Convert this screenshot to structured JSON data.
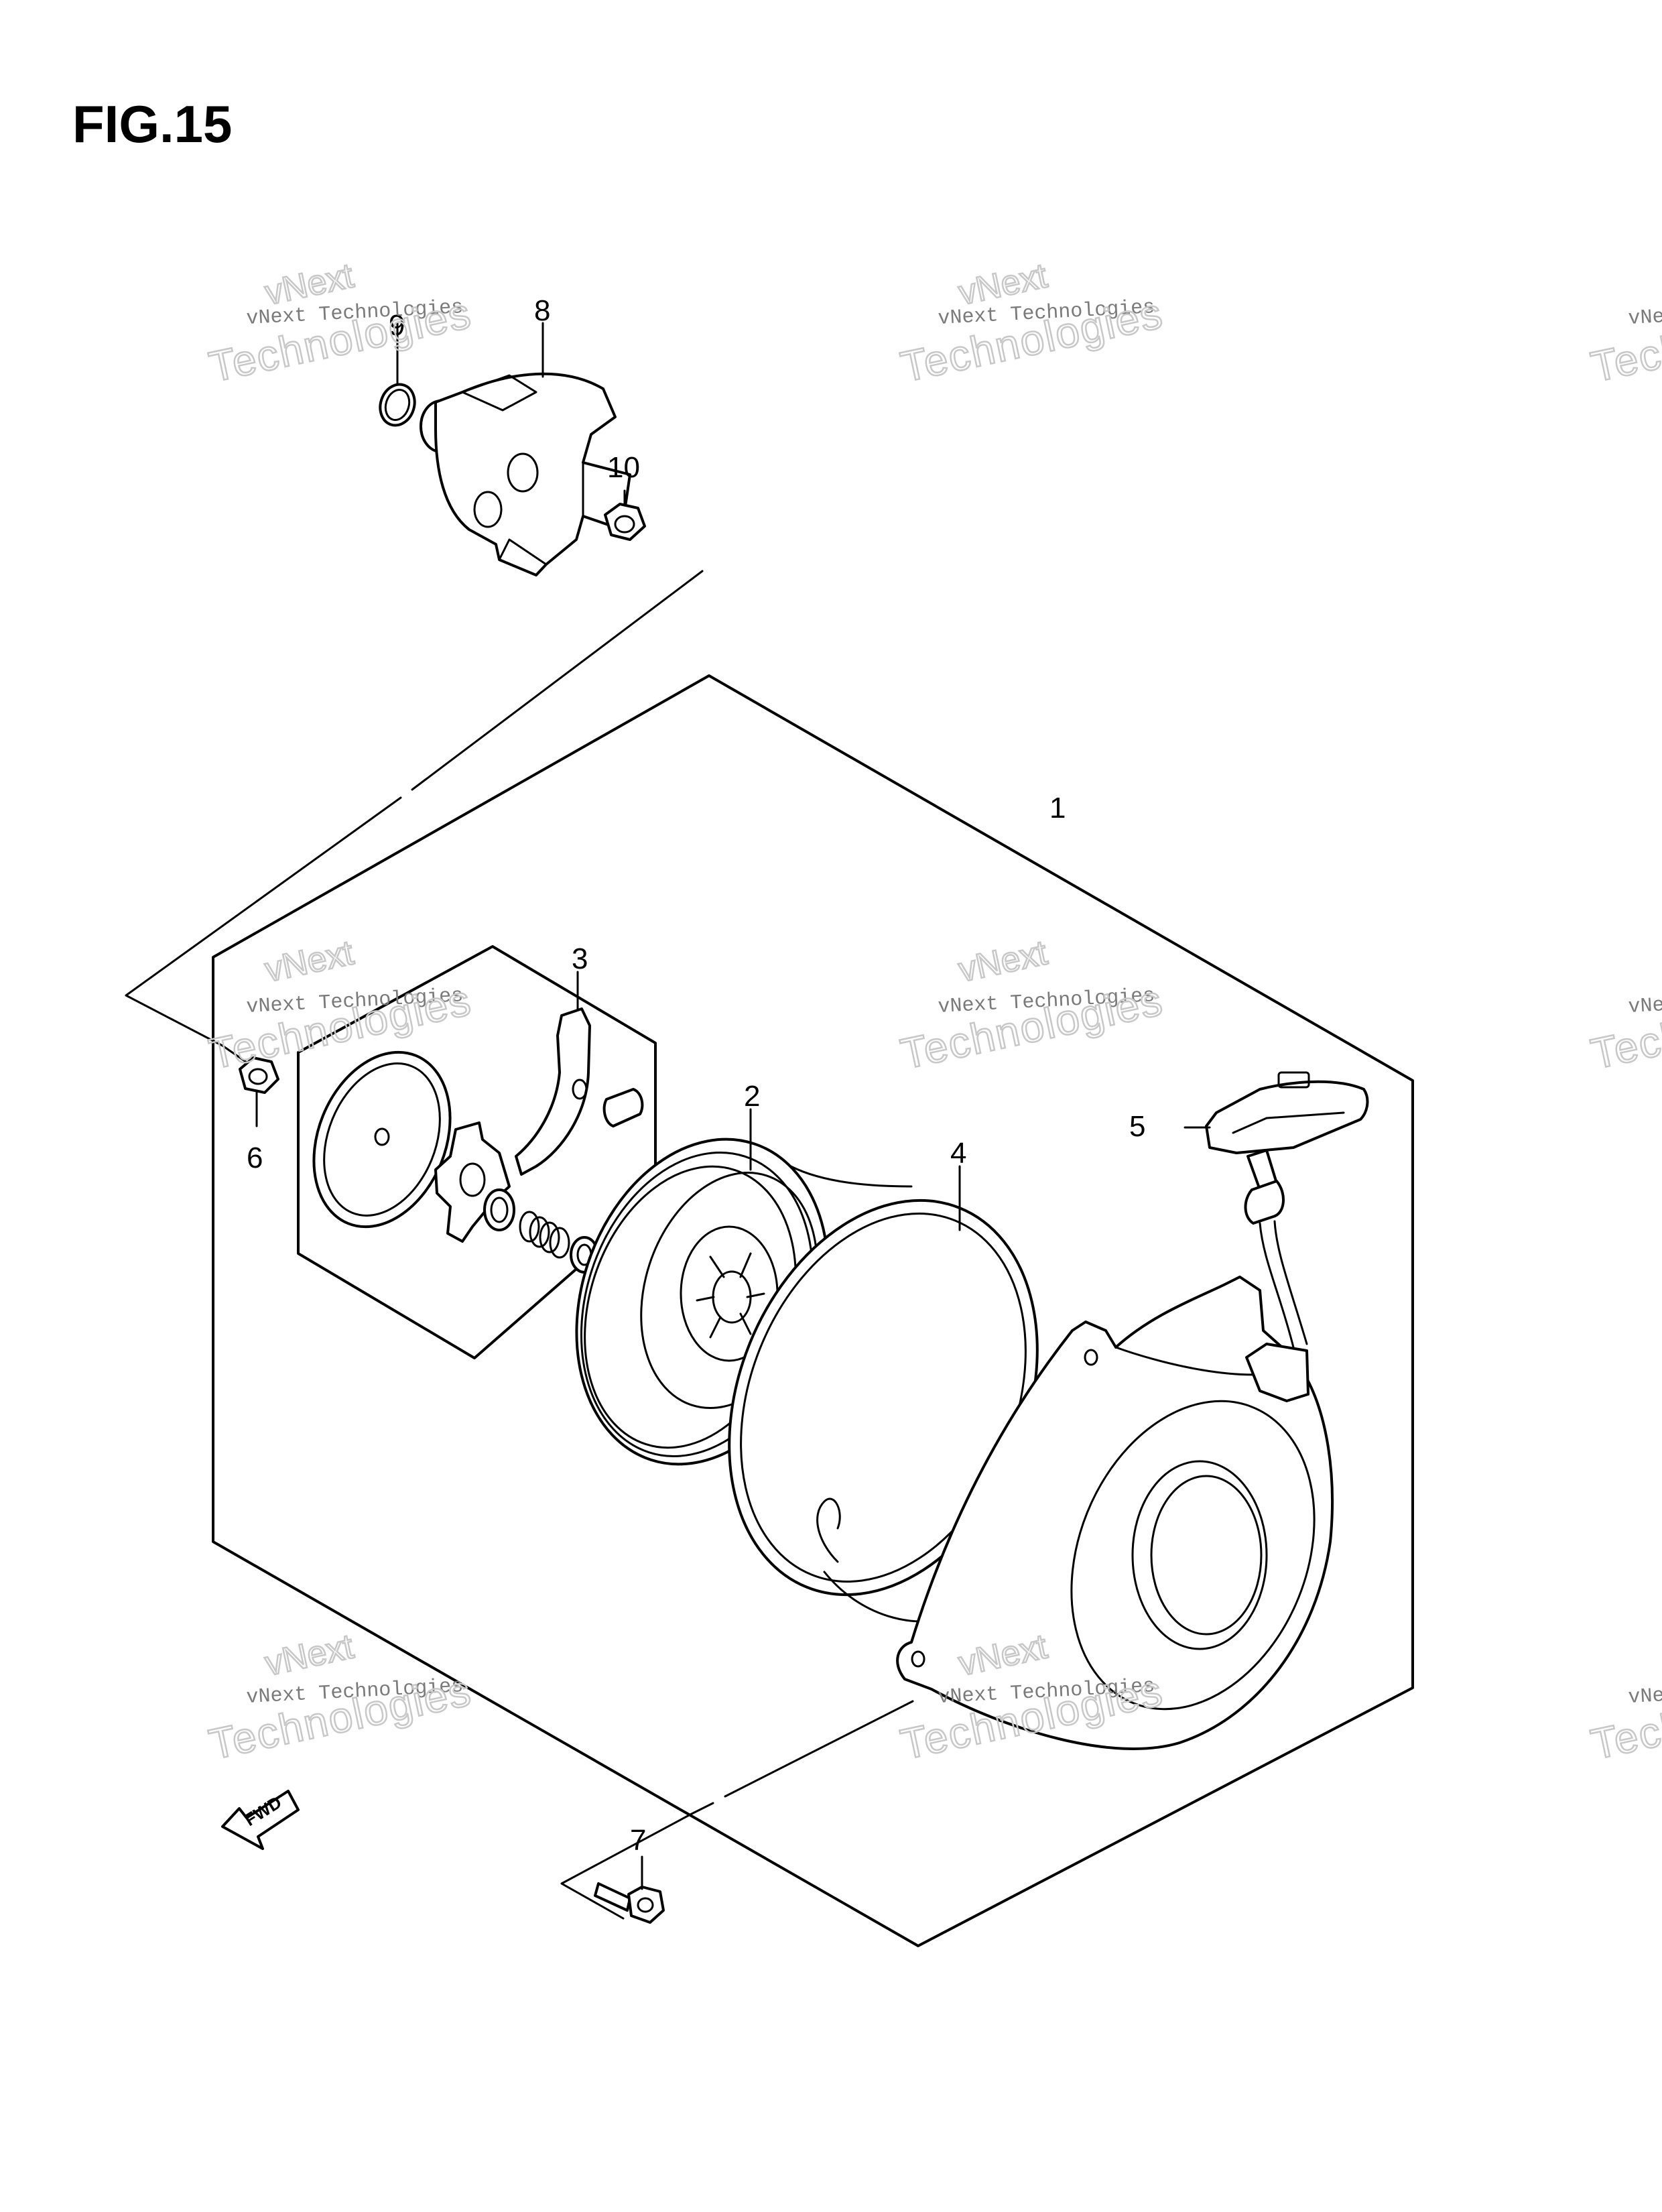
{
  "figure": {
    "title": "FIG.15"
  },
  "callouts": [
    {
      "id": "1",
      "label": "1"
    },
    {
      "id": "2",
      "label": "2"
    },
    {
      "id": "3",
      "label": "3"
    },
    {
      "id": "4",
      "label": "4"
    },
    {
      "id": "5",
      "label": "5"
    },
    {
      "id": "6",
      "label": "6"
    },
    {
      "id": "7",
      "label": "7"
    },
    {
      "id": "8",
      "label": "8"
    },
    {
      "id": "9",
      "label": "9"
    },
    {
      "id": "10",
      "label": "10"
    }
  ],
  "watermark": {
    "top_line": "vNext",
    "company": "vNext Technologies",
    "word": "Technologies"
  },
  "direction": {
    "label": "FWD"
  }
}
